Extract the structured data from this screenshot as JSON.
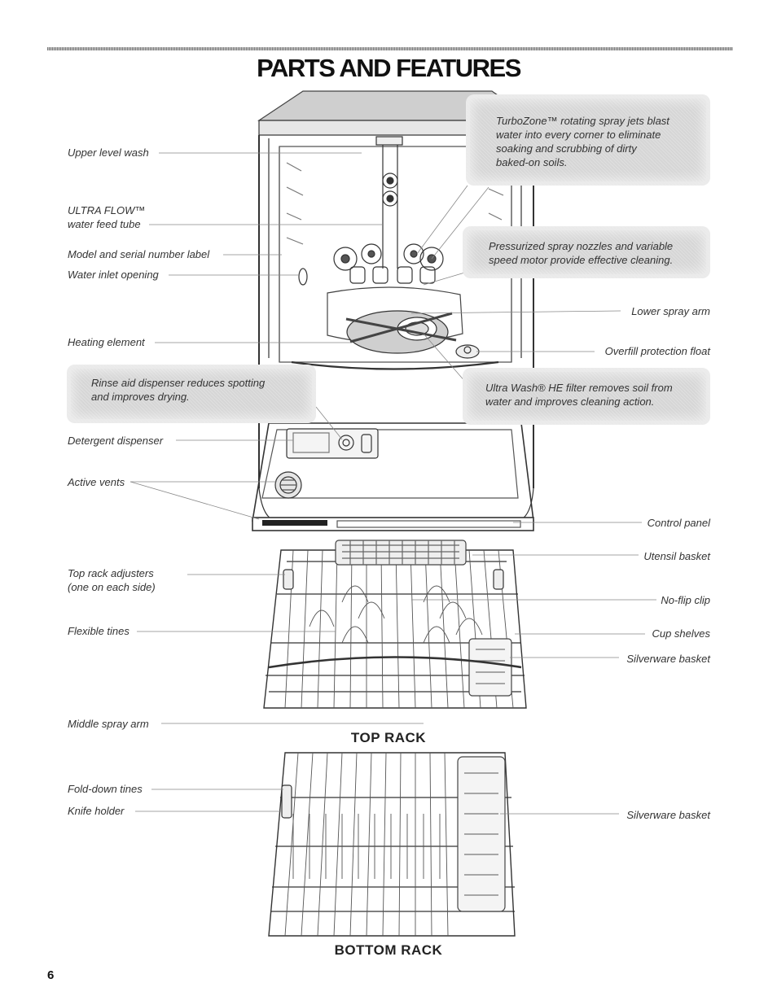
{
  "header": {
    "title": "PARTS AND FEATURES"
  },
  "callouts": {
    "turbozone": [
      "TurboZone™ rotating spray jets blast",
      "water into every corner to eliminate",
      "soaking and scrubbing of dirty",
      "baked-on soils."
    ],
    "spray_nozzles": [
      "Pressurized spray nozzles and variable",
      "speed motor provide effective cleaning."
    ],
    "rinse_aid": [
      "Rinse aid dispenser reduces spotting",
      "and improves drying."
    ],
    "filter": [
      "Ultra Wash® HE filter removes soil from",
      "water and improves cleaning action."
    ]
  },
  "labels_left": {
    "upper_level_wash": "Upper level wash",
    "ultra_flow_1": "ULTRA FLOW™",
    "ultra_flow_2": "water feed tube",
    "model_serial": "Model and serial number label",
    "water_inlet": "Water inlet opening",
    "heating_element": "Heating element",
    "detergent_dispenser": "Detergent dispenser",
    "active_vents": "Active vents",
    "top_rack_adjusters_1": "Top rack adjusters",
    "top_rack_adjusters_2": "(one on each side)",
    "flexible_tines": "Flexible tines",
    "middle_spray_arm": "Middle spray arm",
    "fold_down_tines": "Fold-down tines",
    "knife_holder": "Knife holder"
  },
  "labels_right": {
    "lower_spray_arm": "Lower spray arm",
    "overfill_float": "Overfill protection float",
    "control_panel": "Control panel",
    "utensil_basket": "Utensil basket",
    "no_flip_clip": "No-flip clip",
    "cup_shelves": "Cup shelves",
    "silverware_basket_top": "Silverware basket",
    "silverware_basket_bottom": "Silverware basket"
  },
  "racks": {
    "top": "TOP RACK",
    "bottom": "BOTTOM RACK"
  },
  "footer": {
    "page_number": "6"
  }
}
